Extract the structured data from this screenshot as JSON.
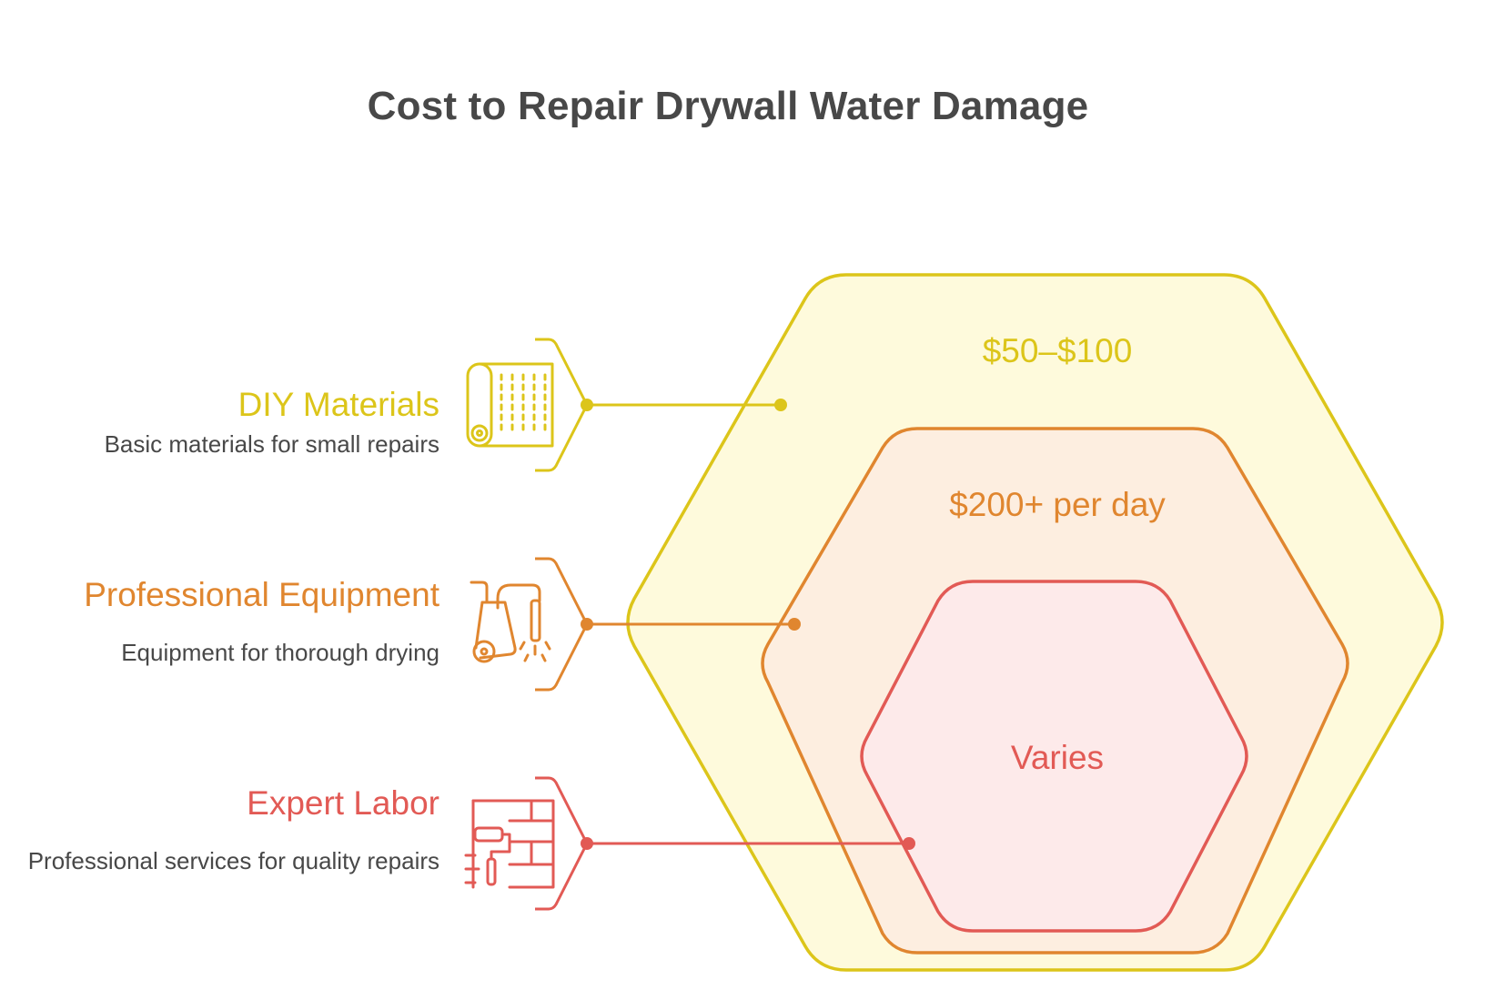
{
  "title": "Cost to Repair Drywall Water Damage",
  "colors": {
    "yellow": "#dcc51a",
    "yellow_fill": "#fefadc",
    "orange": "#e0862f",
    "orange_fill": "#fdeee0",
    "red": "#e25a55",
    "red_fill": "#fdeaea",
    "text": "#484848"
  },
  "items": [
    {
      "title": "DIY Materials",
      "description": "Basic materials for small repairs",
      "cost": "$50–$100",
      "icon": "wallpaper-roll-icon"
    },
    {
      "title": "Professional Equipment",
      "description": "Equipment for thorough drying",
      "cost": "$200+ per day",
      "icon": "pressure-washer-icon"
    },
    {
      "title": "Expert Labor",
      "description": "Professional services for quality repairs",
      "cost": "Varies",
      "icon": "paint-roller-wall-icon"
    }
  ]
}
